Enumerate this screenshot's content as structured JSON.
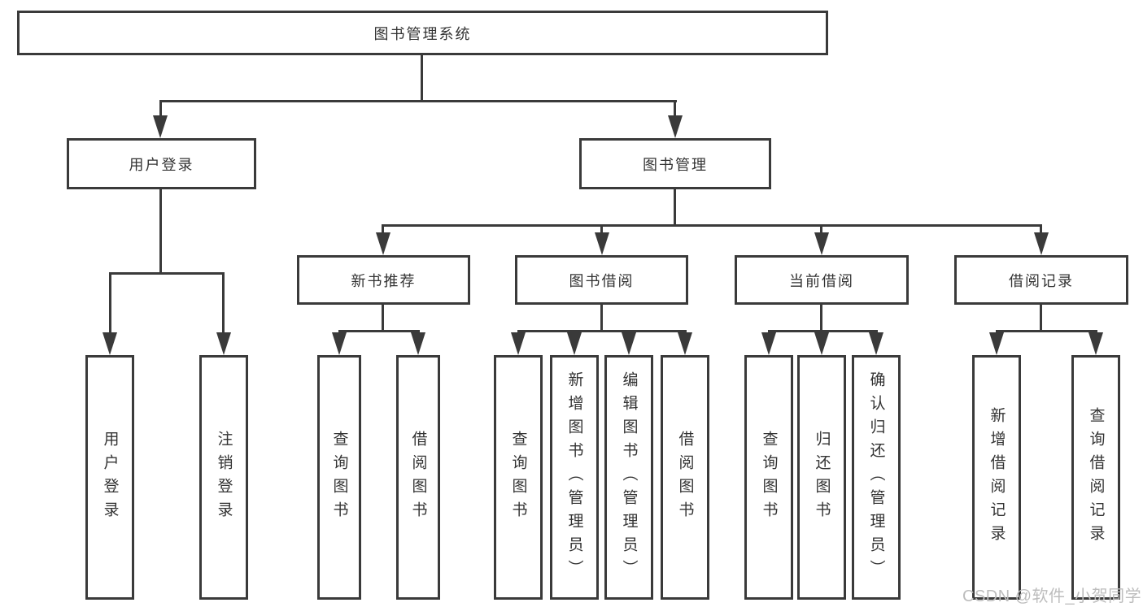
{
  "tree": {
    "root": {
      "label": "图书管理系统",
      "children": [
        {
          "label": "用户登录",
          "children": [
            {
              "label": "用户登录"
            },
            {
              "label": "注销登录"
            }
          ]
        },
        {
          "label": "图书管理",
          "children": [
            {
              "label": "新书推荐",
              "children": [
                {
                  "label": "查询图书"
                },
                {
                  "label": "借阅图书"
                }
              ]
            },
            {
              "label": "图书借阅",
              "children": [
                {
                  "label": "查询图书"
                },
                {
                  "label": "新增图书（管理员）"
                },
                {
                  "label": "编辑图书（管理员）"
                },
                {
                  "label": "借阅图书"
                }
              ]
            },
            {
              "label": "当前借阅",
              "children": [
                {
                  "label": "查询图书"
                },
                {
                  "label": "归还图书"
                },
                {
                  "label": "确认归还（管理员）"
                }
              ]
            },
            {
              "label": "借阅记录",
              "children": [
                {
                  "label": "新增借阅记录"
                },
                {
                  "label": "查询借阅记录"
                }
              ]
            }
          ]
        }
      ]
    }
  },
  "watermark": {
    "text": "CSDN @软件_小贺同学"
  },
  "colors": {
    "line": "#3a3a3a",
    "text": "#333333",
    "watermark": "#bdbdbd",
    "background": "#ffffff"
  }
}
